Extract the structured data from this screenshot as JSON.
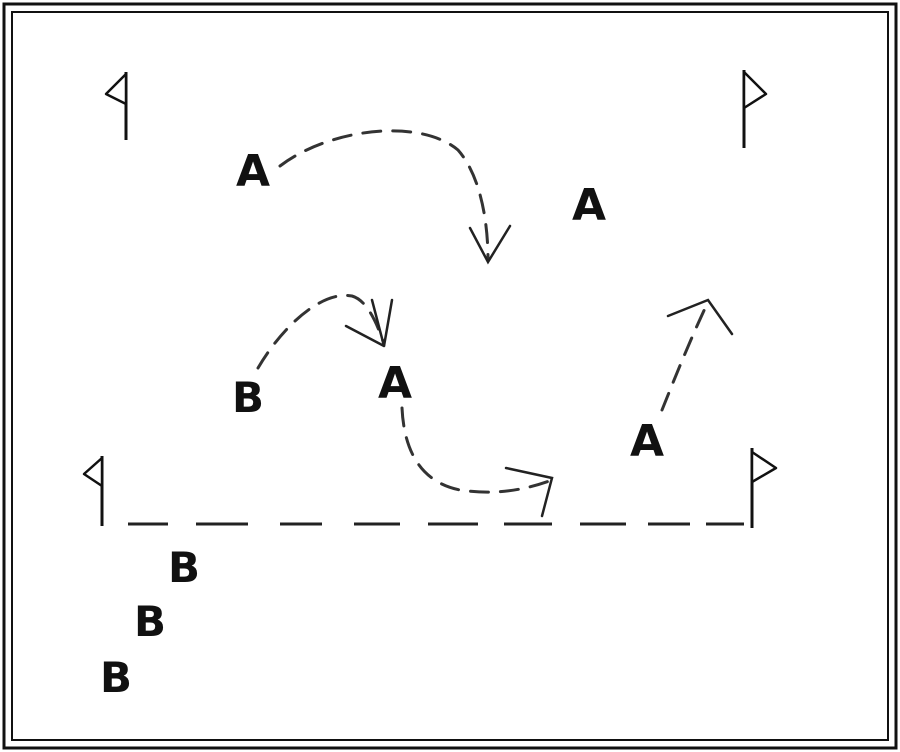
{
  "diagram": {
    "players": [
      {
        "id": "a1",
        "label": "A"
      },
      {
        "id": "a2",
        "label": "A"
      },
      {
        "id": "a3",
        "label": "A"
      },
      {
        "id": "a4",
        "label": "A"
      },
      {
        "id": "b1",
        "label": "B"
      },
      {
        "id": "b2",
        "label": "B"
      },
      {
        "id": "b3",
        "label": "B"
      },
      {
        "id": "b4",
        "label": "B"
      }
    ],
    "cones": [
      "top-left",
      "top-right",
      "bottom-left",
      "bottom-right"
    ],
    "colors": {
      "ink": "#111111",
      "background": "#ffffff",
      "path": "#333333"
    }
  }
}
